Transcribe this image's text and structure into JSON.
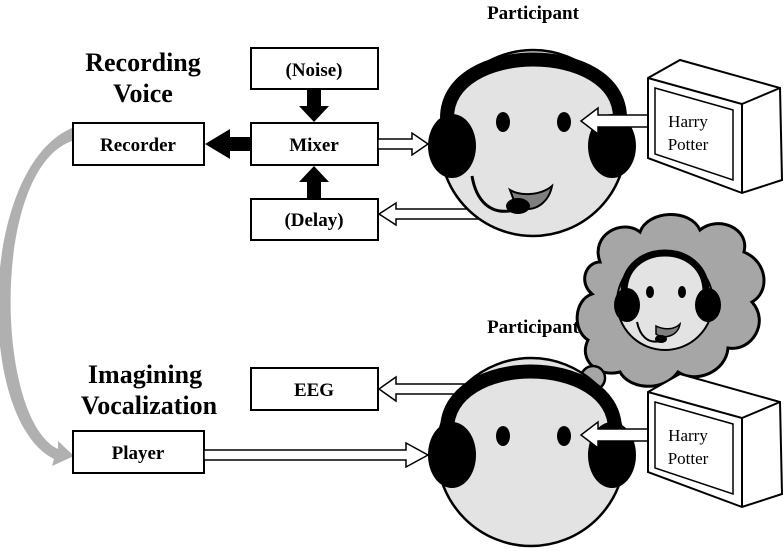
{
  "sections": {
    "recording_title_line1": "Recording",
    "recording_title_line2": "Voice",
    "imagining_title_line1": "Imagining",
    "imagining_title_line2": "Vocalization"
  },
  "boxes": {
    "noise": "(Noise)",
    "mixer": "Mixer",
    "delay": "(Delay)",
    "recorder": "Recorder",
    "eeg": "EEG",
    "player": "Player"
  },
  "participants": {
    "top_label": "Participant",
    "bottom_label": "Participant"
  },
  "monitors": {
    "top_line1": "Harry",
    "top_line2": "Potter",
    "bottom_line1": "Harry",
    "bottom_line2": "Potter"
  },
  "colors": {
    "face_fill": "#e3e3e3",
    "thought_cloud_fill": "#a6a6a6",
    "curved_arrow": "#b0b0b0",
    "mouth_fill": "#7f7f7f",
    "ink": "#000000"
  }
}
